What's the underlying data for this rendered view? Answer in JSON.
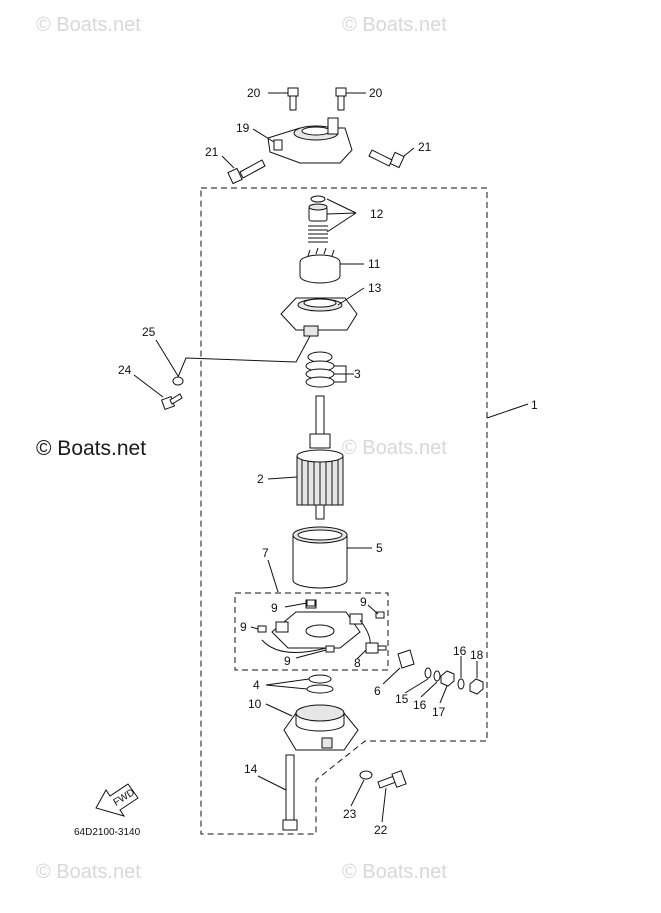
{
  "watermarks": {
    "top_left": "© Boats.net",
    "top_right": "© Boats.net",
    "middle_left": "© Boats.net",
    "middle_right": "© Boats.net",
    "bottom_left": "© Boats.net",
    "bottom_right": "© Boats.net"
  },
  "diagram_code": "64D2100-3140",
  "fwd_label": "FWD",
  "callouts": {
    "c1": "1",
    "c2": "2",
    "c3": "3",
    "c4": "4",
    "c5": "5",
    "c6": "6",
    "c7": "7",
    "c8": "8",
    "c9a": "9",
    "c9b": "9",
    "c9c": "9",
    "c9d": "9",
    "c10": "10",
    "c11": "11",
    "c12": "12",
    "c13": "13",
    "c14": "14",
    "c15": "15",
    "c16a": "16",
    "c16b": "16",
    "c17": "17",
    "c18": "18",
    "c19": "19",
    "c20a": "20",
    "c20b": "20",
    "c21a": "21",
    "c21b": "21",
    "c22": "22",
    "c23": "23",
    "c24": "24",
    "c25": "25"
  },
  "colors": {
    "line": "#111111",
    "watermark": "#d8d8d8",
    "background": "#ffffff"
  }
}
